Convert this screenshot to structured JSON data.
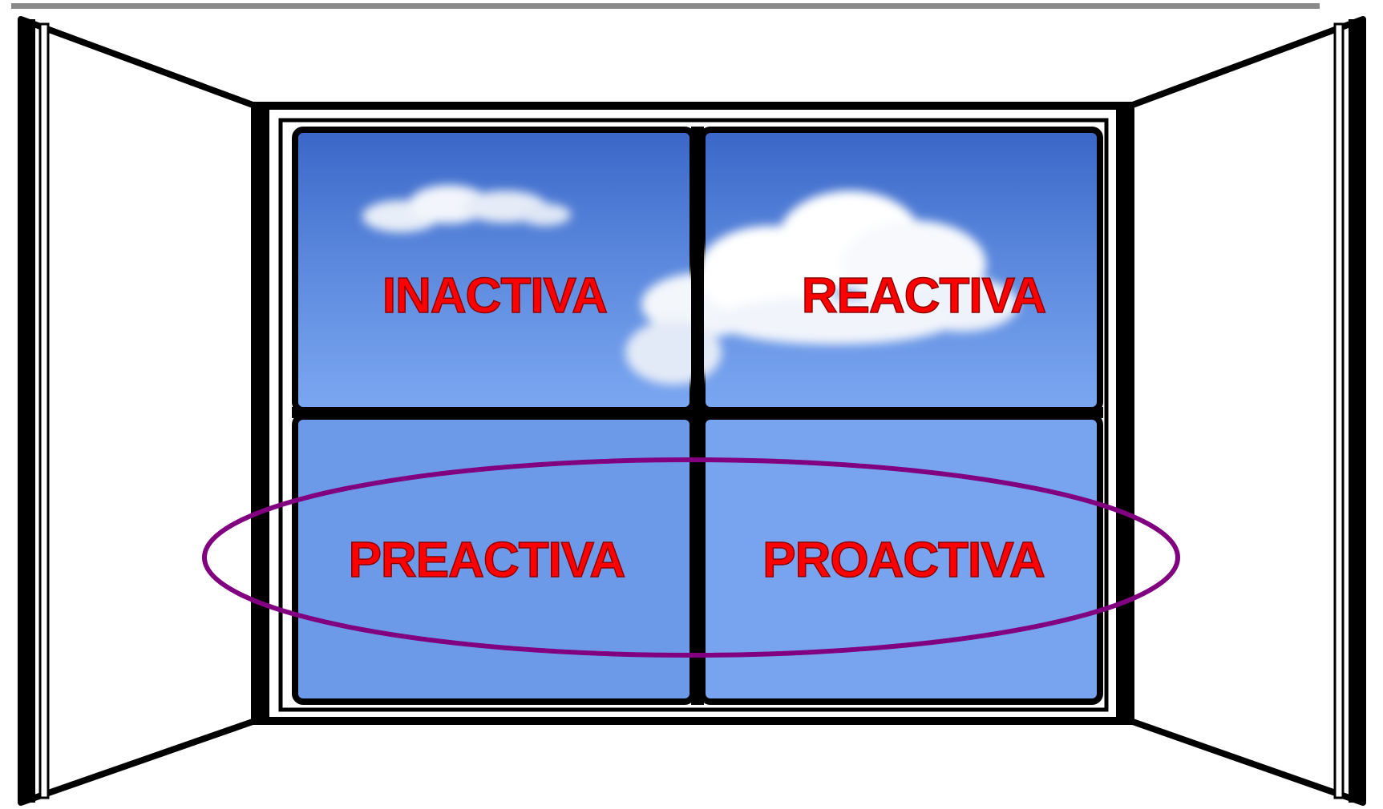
{
  "labels": {
    "top_left": "INACTIVA",
    "top_right": "REACTIVA",
    "bottom_left": "PREACTIVA",
    "bottom_right": "PROACTIVA"
  },
  "colors": {
    "label": "#ff0000",
    "label_outline": "#8b0000",
    "highlight_ellipse": "#800080",
    "frame": "#000000",
    "sky_top": "#3f6fcf",
    "sky_bottom": "#7aa6f0",
    "top_rule": "#8a8a8a"
  },
  "icons": {
    "window": "open-window-illustration",
    "clouds": "cloud-icon"
  }
}
